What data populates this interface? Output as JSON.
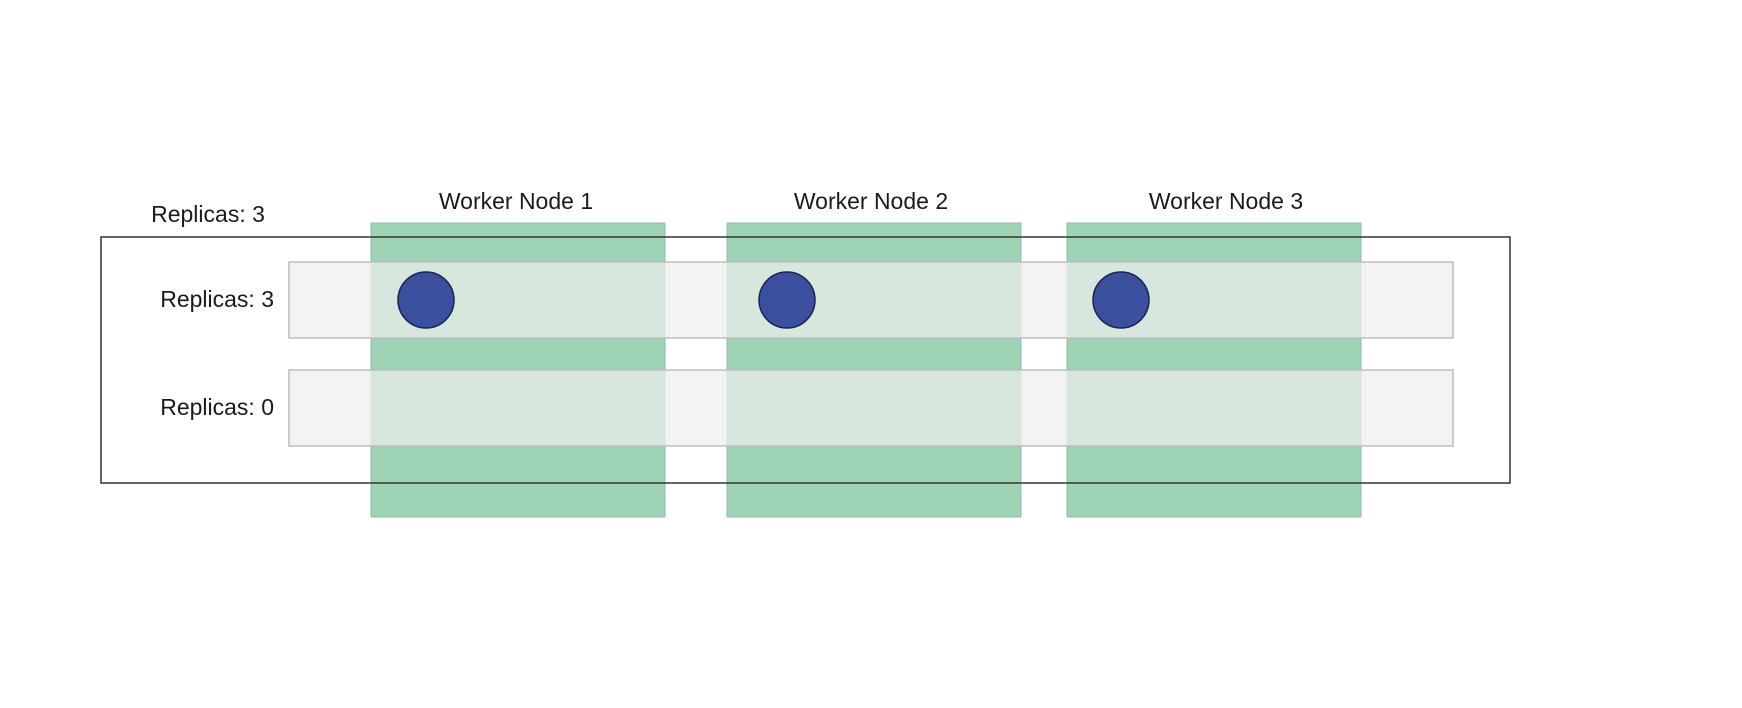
{
  "deployment": {
    "label": "Replicas: 3"
  },
  "replica_sets": [
    {
      "label": "Replicas: 3",
      "pod_count": 3
    },
    {
      "label": "Replicas: 0",
      "pod_count": 0
    }
  ],
  "worker_nodes": [
    {
      "label": "Worker Node 1"
    },
    {
      "label": "Worker Node 2"
    },
    {
      "label": "Worker Node 3"
    }
  ],
  "colors": {
    "node_fill": "#9ed3b5",
    "node_stroke": "#8fbfa2",
    "replicaset_fill": "#eeeeee",
    "replicaset_stroke": "#bdbdbd",
    "deployment_stroke": "#333333",
    "pod_fill": "#3b4f9f",
    "pod_stroke": "#1b2550"
  }
}
